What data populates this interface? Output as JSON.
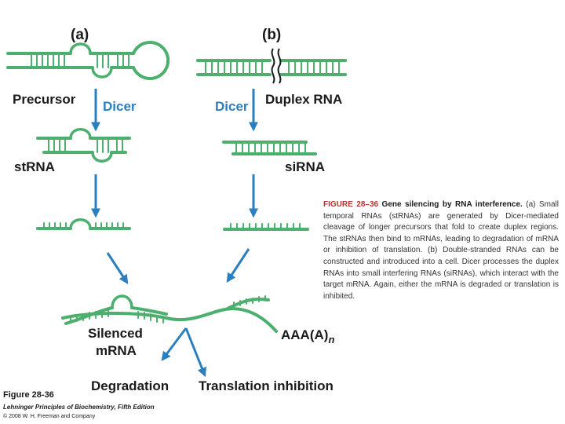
{
  "panels": {
    "a": {
      "letter": "(a)",
      "precursor": "Precursor",
      "dicer": "Dicer",
      "product": "stRNA"
    },
    "b": {
      "letter": "(b)",
      "dicer": "Dicer",
      "duplex": "Duplex RNA",
      "product": "siRNA"
    }
  },
  "mrna": {
    "silenced_line1": "Silenced",
    "silenced_line2": "mRNA",
    "polya_base": "AAA(A)",
    "polya_sub": "n",
    "outcome_degradation": "Degradation",
    "outcome_translation": "Translation inhibition"
  },
  "caption": {
    "figure": "FIGURE 28–36",
    "title": "Gene silencing by RNA interference.",
    "body": "(a) Small temporal RNAs (stRNAs) are generated by Dicer-mediated cleavage of longer precursors that fold to create duplex regions. The stRNAs then bind to mRNAs, leading to degradation of mRNA or inhibition of translation. (b) Double-stranded RNAs can be constructed and introduced into a cell. Dicer processes the duplex RNAs into small interfering RNAs (siRNAs), which interact with the target mRNA. Again, either the mRNA is degraded or translation is inhibited."
  },
  "credits": {
    "figure": "Figure 28-36",
    "book": "Lehninger Principles of Biochemistry, Fifth Edition",
    "copyright": "© 2008 W. H. Freeman and Company"
  },
  "colors": {
    "rna": "#4caf6e",
    "arrow": "#2a7fc1",
    "label": "#1a1a1a",
    "figure_red": "#b5332e"
  }
}
